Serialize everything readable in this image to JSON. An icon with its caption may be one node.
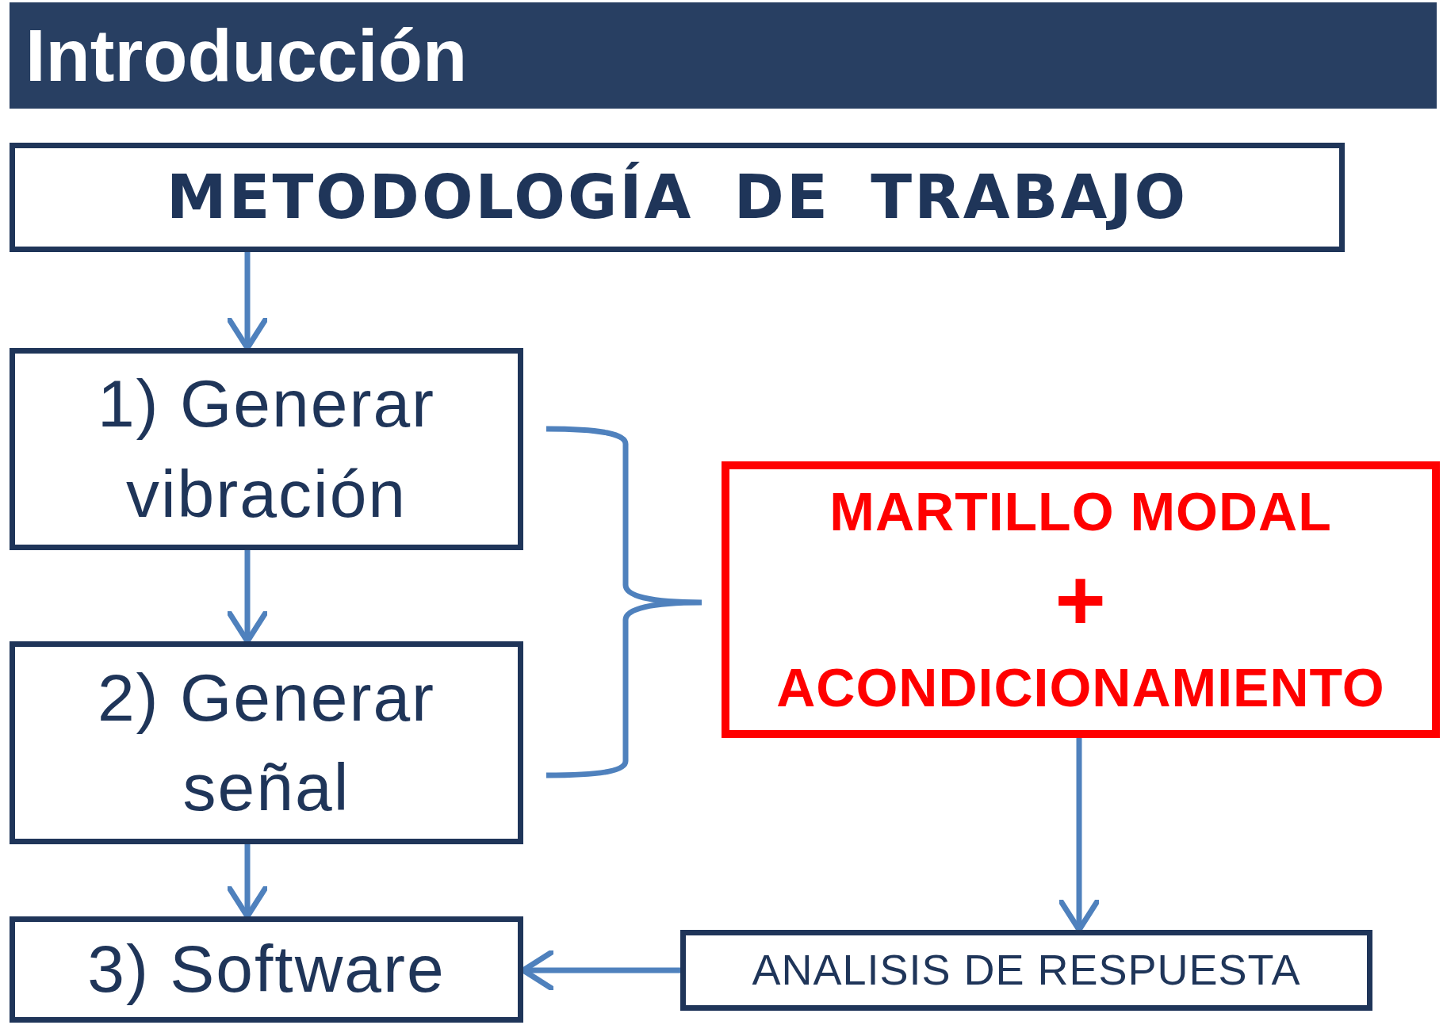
{
  "diagram": {
    "title": "Introducción",
    "nodes": [
      {
        "text": [
          "METODOLOGÍA DE TRABAJO"
        ]
      },
      {
        "text": [
          "1) Generar vibración"
        ]
      },
      {
        "text": [
          "2) Generar señal"
        ]
      },
      {
        "text": [
          "3) Software"
        ]
      },
      {
        "text": [
          "MARTILLO MODAL",
          "+",
          "ACONDICIONAMIENTO"
        ]
      },
      {
        "text": [
          "ANALISIS DE RESPUESTA"
        ]
      }
    ],
    "edges": [
      {
        "from": 0,
        "to": 1,
        "arrow": "to"
      },
      {
        "from": 1,
        "to": 2,
        "arrow": "to"
      },
      {
        "from": 2,
        "to": 3,
        "arrow": "to"
      },
      {
        "from": 4,
        "to": 5,
        "arrow": "to"
      },
      {
        "from": 5,
        "to": 3,
        "arrow": "to"
      }
    ]
  }
}
